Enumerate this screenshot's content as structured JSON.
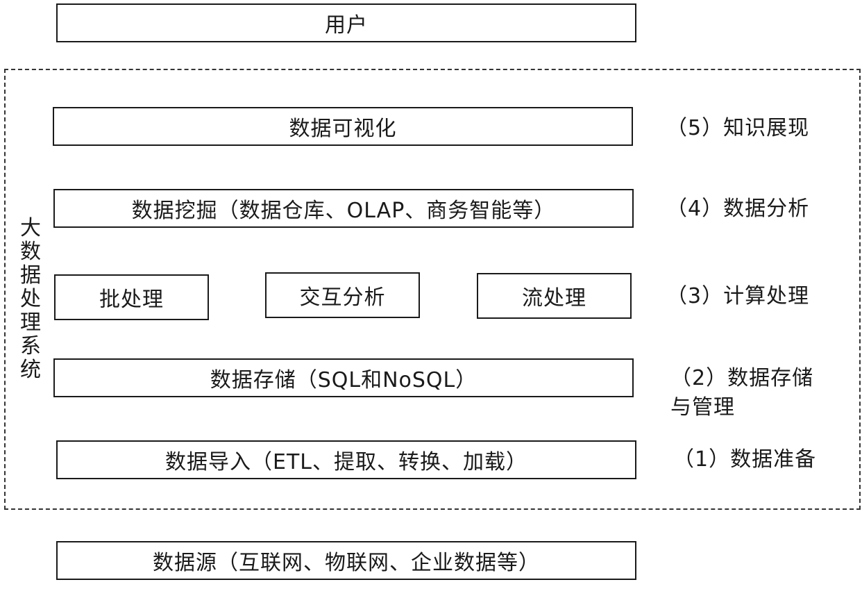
{
  "user_box": "用户",
  "system_title_chars": [
    "大",
    "数",
    "据",
    "处",
    "理",
    "系",
    "统"
  ],
  "layers": {
    "visualization": "数据可视化",
    "mining": "数据挖掘（数据仓库、OLAP、商务智能等）",
    "batch": "批处理",
    "interactive": "交互分析",
    "stream": "流处理",
    "storage": "数据存储（SQL和NoSQL）",
    "import": "数据导入（ETL、提取、转换、加载）"
  },
  "stages": {
    "s5": "（5）知识展现",
    "s4": "（4）数据分析",
    "s3": "（3）计算处理",
    "s2_line1": "（2）数据存储",
    "s2_line2": "与管理",
    "s1": "（1）数据准备"
  },
  "source_box": "数据源（互联网、物联网、企业数据等）"
}
